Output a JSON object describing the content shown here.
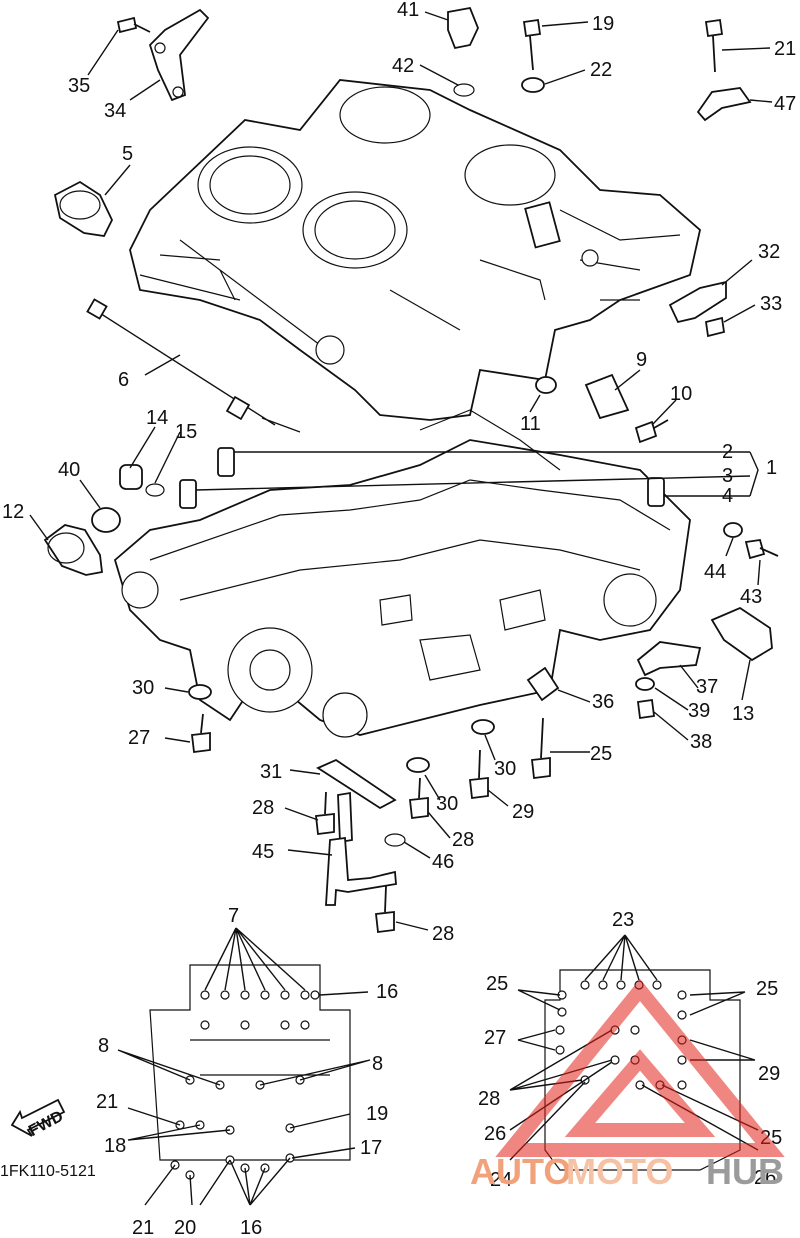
{
  "part_code": "1FK110-5121",
  "fwd_label": "FWD",
  "watermark": {
    "part1": "AUTO",
    "part2": "MOTO",
    "part3": "HUB",
    "color1": "#f2a27a",
    "color2": "#f5c2a6",
    "color3": "#9b9b9b",
    "accent": "#e2231a"
  },
  "callouts": {
    "c1": "1",
    "c2": "2",
    "c3": "3",
    "c4": "4",
    "c5": "5",
    "c6": "6",
    "c7": "7",
    "c8a": "8",
    "c8b": "8",
    "c9": "9",
    "c10": "10",
    "c11": "11",
    "c12": "12",
    "c13": "13",
    "c14": "14",
    "c15": "15",
    "c16a": "16",
    "c16b": "16",
    "c17": "17",
    "c18": "18",
    "c19a": "19",
    "c19b": "19",
    "c20": "20",
    "c21a": "21",
    "c21b": "21",
    "c21c": "21",
    "c22": "22",
    "c23": "23",
    "c24": "24",
    "c25a": "25",
    "c25b": "25",
    "c25c": "25",
    "c25d": "25",
    "c26a": "26",
    "c26b": "26",
    "c27a": "27",
    "c27b": "27",
    "c28a": "28",
    "c28b": "28",
    "c28c": "28",
    "c28d": "28",
    "c29a": "29",
    "c29b": "29",
    "c30a": "30",
    "c30b": "30",
    "c30c": "30",
    "c31": "31",
    "c32": "32",
    "c33": "33",
    "c34": "34",
    "c35": "35",
    "c36": "36",
    "c37": "37",
    "c38": "38",
    "c39": "39",
    "c40": "40",
    "c41": "41",
    "c42": "42",
    "c43": "43",
    "c44": "44",
    "c45": "45",
    "c46": "46",
    "c47": "47"
  }
}
